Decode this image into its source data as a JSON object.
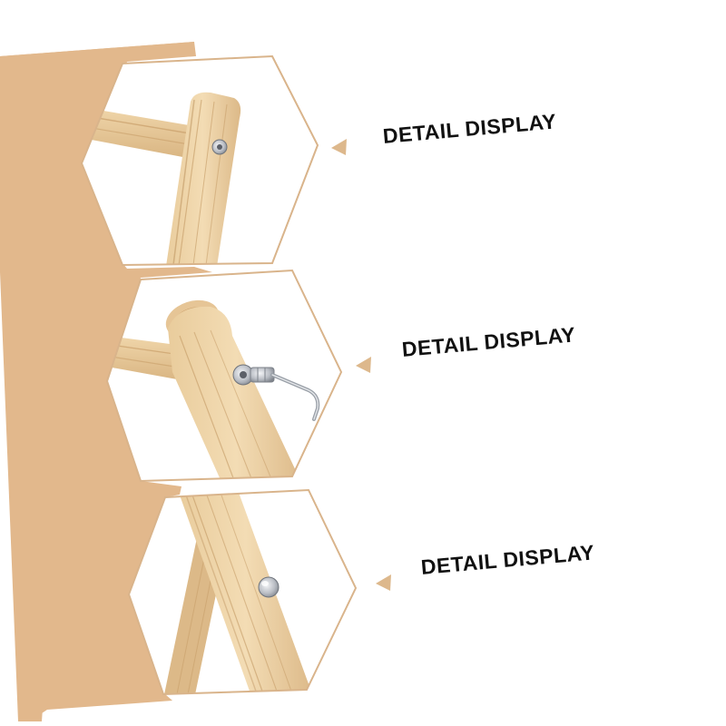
{
  "labels": {
    "detail_1": "DETAIL DISPLAY",
    "detail_2": "DETAIL DISPLAY",
    "detail_3": "DETAIL DISPLAY"
  },
  "colors": {
    "backdrop": "#e2b88c",
    "outline": "#d9b48b",
    "wood_light": "#f0d8ad",
    "wood_mid": "#e2c08f",
    "wood_dark": "#c49a64",
    "metal": "#b8bcc2",
    "text": "#111111"
  },
  "icons": {
    "pointer": "triangle-pointer-icon",
    "bolt": "bolt-icon",
    "hex_key": "hex-key-icon"
  }
}
